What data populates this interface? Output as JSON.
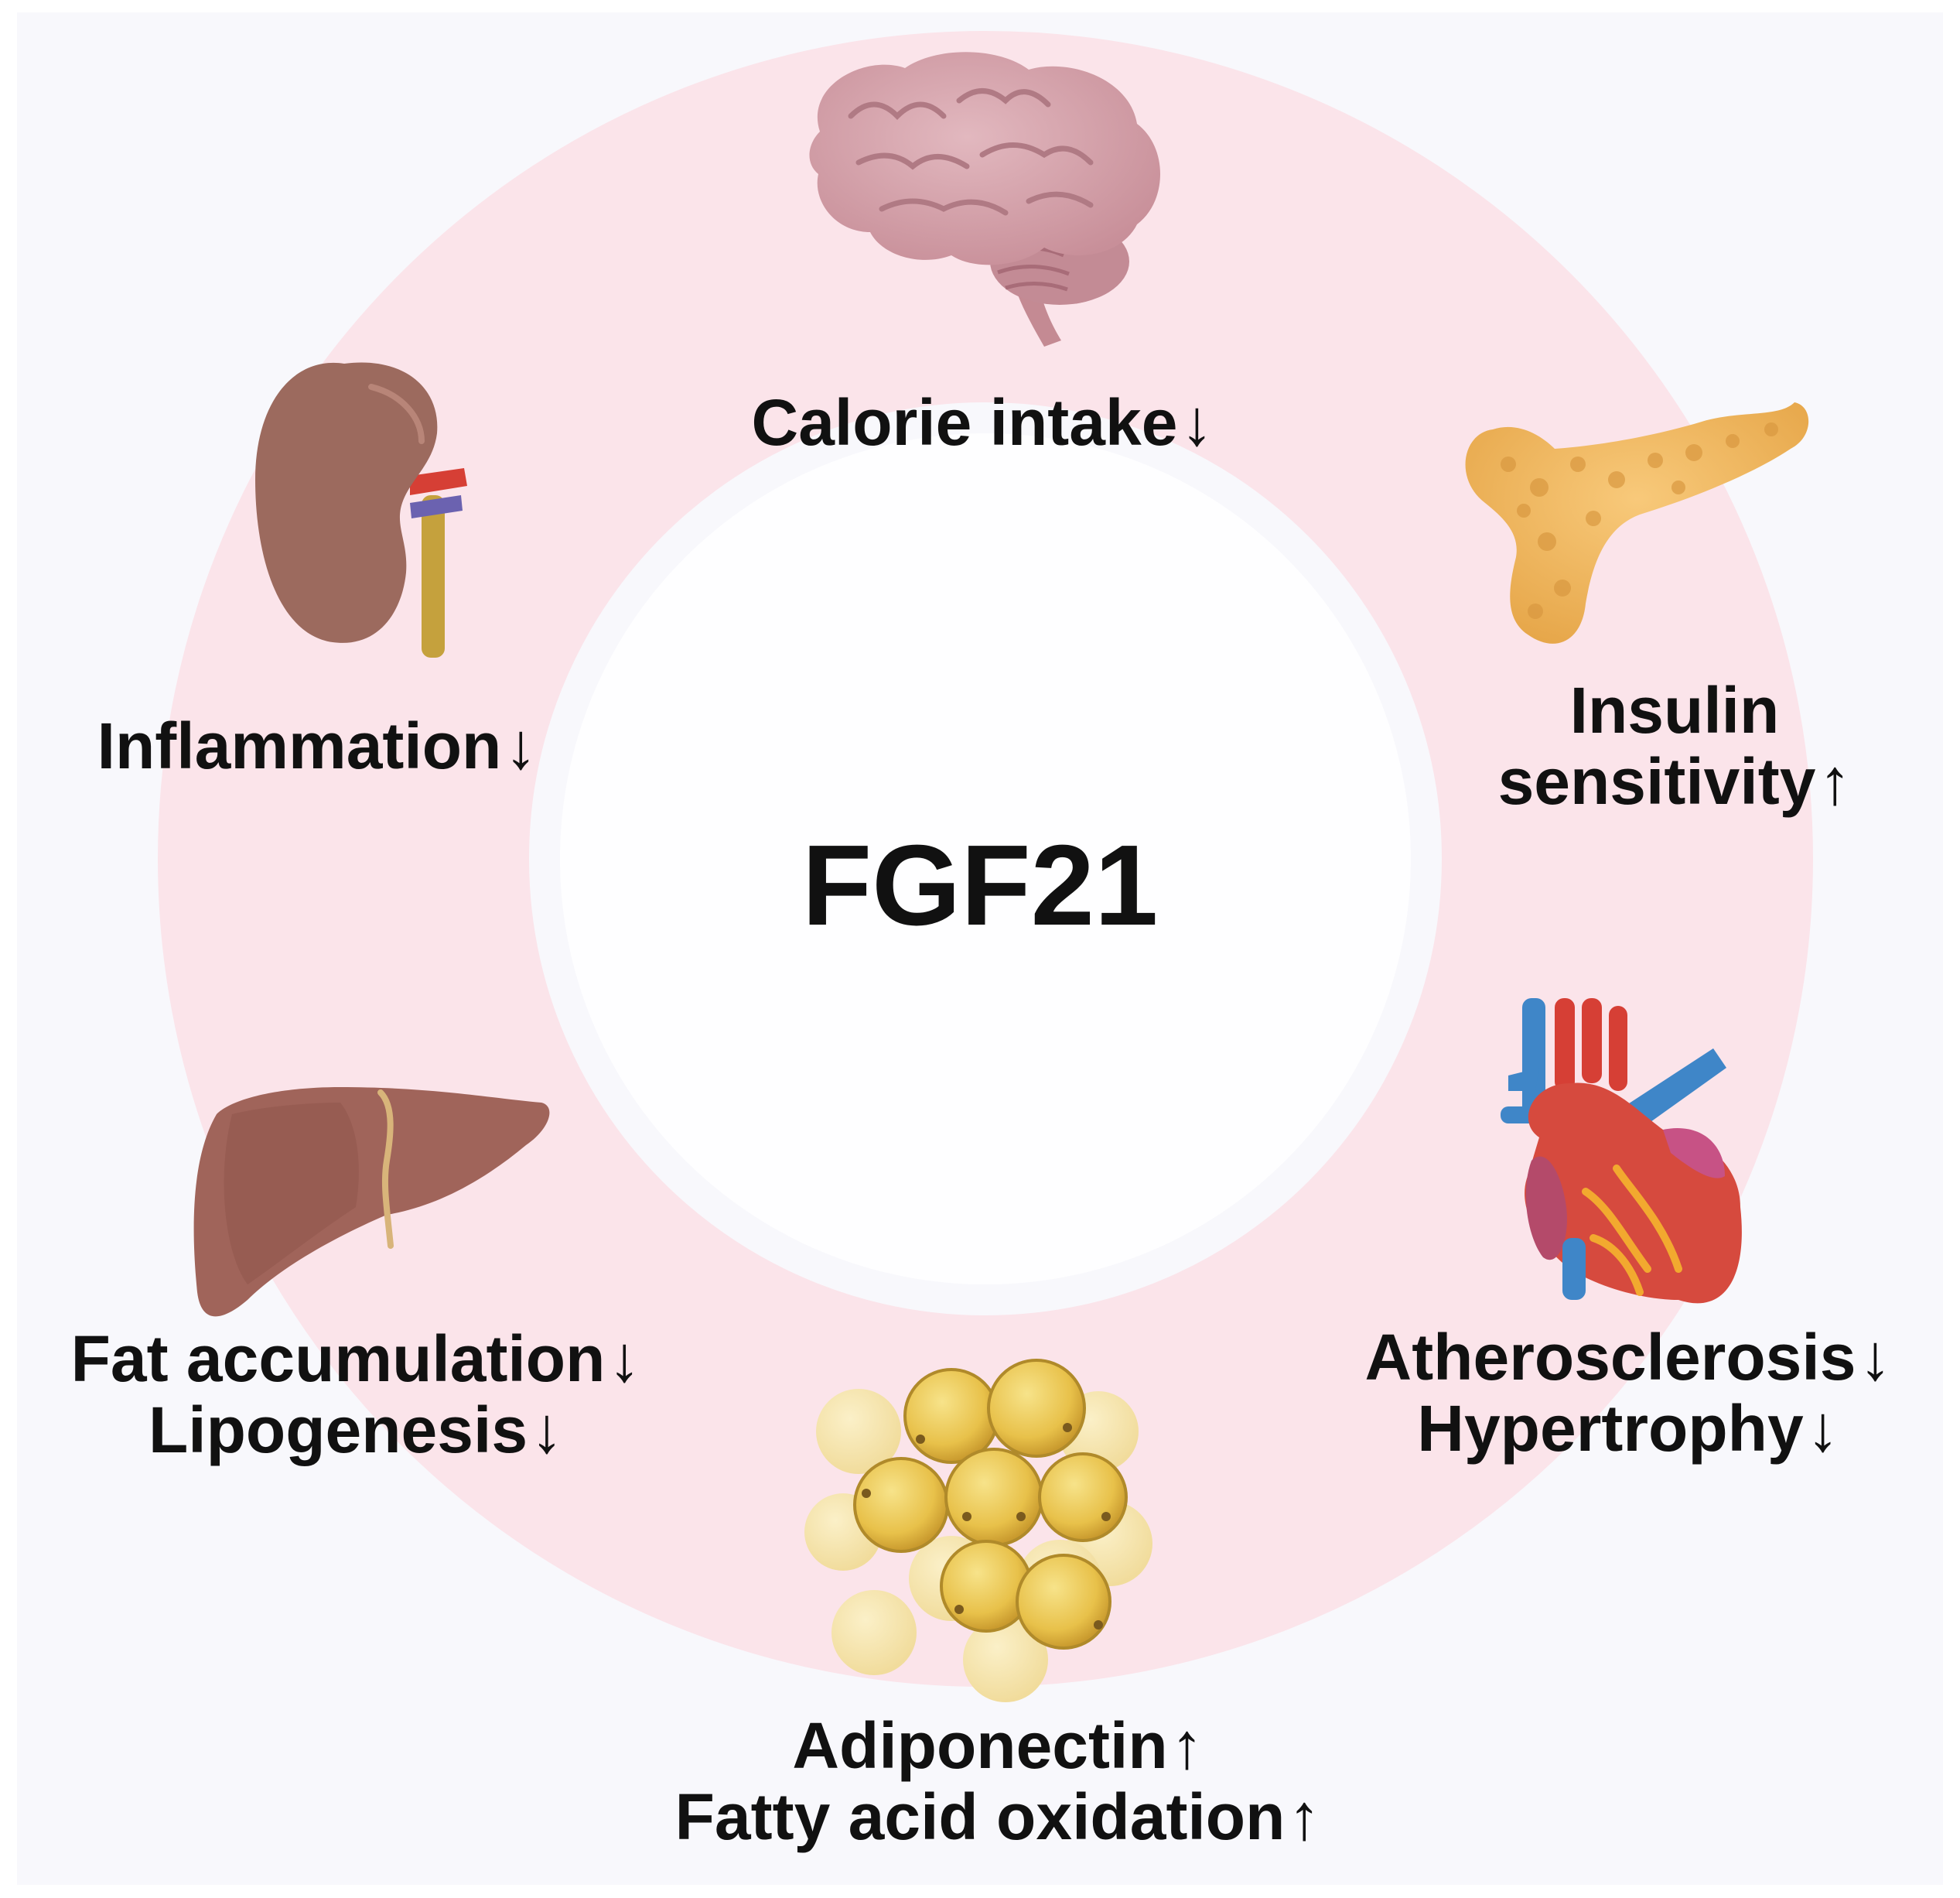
{
  "center": {
    "label": "FGF21"
  },
  "organs": {
    "brain": {
      "name": "brain",
      "icon": "brain-icon",
      "lines": [
        {
          "text": "Calorie intake",
          "arrow": "↓"
        }
      ]
    },
    "pancreas": {
      "name": "pancreas",
      "icon": "pancreas-icon",
      "lines": [
        {
          "text": "Insulin",
          "arrow": ""
        },
        {
          "text": "sensitivity",
          "arrow": "↑"
        }
      ]
    },
    "heart": {
      "name": "heart",
      "icon": "heart-icon",
      "lines": [
        {
          "text": "Atherosclerosis",
          "arrow": "↓"
        },
        {
          "text": "Hypertrophy",
          "arrow": "↓"
        }
      ]
    },
    "adipose": {
      "name": "adipose",
      "icon": "adipocytes-icon",
      "lines": [
        {
          "text": "Adiponectin",
          "arrow": "↑"
        },
        {
          "text": "Fatty acid oxidation",
          "arrow": "↑"
        }
      ]
    },
    "liver": {
      "name": "liver",
      "icon": "liver-icon",
      "lines": [
        {
          "text": "Fat accumulation",
          "arrow": "↓"
        },
        {
          "text": "Lipogenesis",
          "arrow": "↓"
        }
      ]
    },
    "kidney": {
      "name": "kidney",
      "icon": "kidney-icon",
      "lines": [
        {
          "text": "Inflammation",
          "arrow": "↓"
        }
      ]
    }
  },
  "colors": {
    "panel": "#f8f8fc",
    "ring": "#fbe4ea",
    "text": "#111111",
    "brain": "#d5a4ac",
    "pancreas": "#efb45a",
    "heart": "#d64a3e",
    "adipose": "#ecc751",
    "liver": "#a0645a",
    "kidney": "#9c6a5e"
  }
}
